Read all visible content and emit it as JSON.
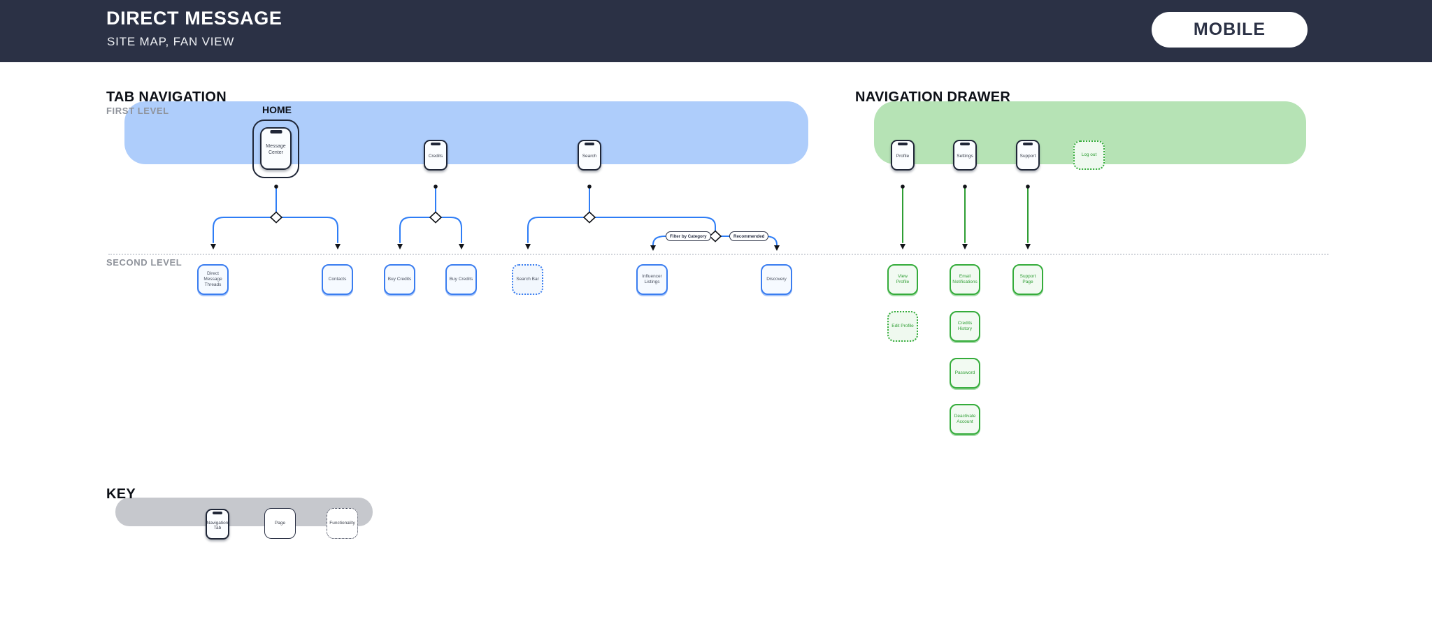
{
  "header": {
    "title": "DIRECT MESSAGE",
    "subtitle": "SITE MAP, FAN VIEW",
    "device_toggle": "MOBILE"
  },
  "tab_navigation": {
    "section_title": "TAB NAVIGATION",
    "first_level_label": "FIRST LEVEL",
    "second_level_label": "SECOND LEVEL",
    "active_tab_title": "HOME",
    "tabs": [
      {
        "label": "Message Center"
      },
      {
        "label": "Credits"
      },
      {
        "label": "Search"
      }
    ],
    "pages": [
      {
        "label": "Direct Message Threads"
      },
      {
        "label": "Contacts"
      },
      {
        "label": "Buy Credits"
      },
      {
        "label": "Buy Credits"
      },
      {
        "label": "Search Bar"
      },
      {
        "label": "Influencer Listings"
      },
      {
        "label": "Discovery"
      }
    ],
    "functionalities": [
      {
        "label": "Filter by Category"
      },
      {
        "label": "Recommended"
      }
    ]
  },
  "navigation_drawer": {
    "section_title": "NAVIGATION DRAWER",
    "items": [
      {
        "label": "Profile"
      },
      {
        "label": "Settings"
      },
      {
        "label": "Support"
      },
      {
        "label": "Log out"
      }
    ],
    "pages": [
      {
        "label": "View Profile"
      },
      {
        "label": "Email Notifications"
      },
      {
        "label": "Support Page"
      },
      {
        "label": "Edit Profile"
      },
      {
        "label": "Credits History"
      },
      {
        "label": "Password"
      },
      {
        "label": "Deactivate Account"
      }
    ]
  },
  "key": {
    "section_title": "KEY",
    "items": [
      {
        "label": "Navigation Tab"
      },
      {
        "label": "Page"
      },
      {
        "label": "Functionality"
      }
    ]
  },
  "colors": {
    "header_bg": "#2b3145",
    "tab_band": "#aecdfb",
    "drawer_band": "#b6e3b5",
    "key_band": "#c6c8cd",
    "blue_accent": "#3a7df0",
    "green_accent": "#35ac3b"
  }
}
